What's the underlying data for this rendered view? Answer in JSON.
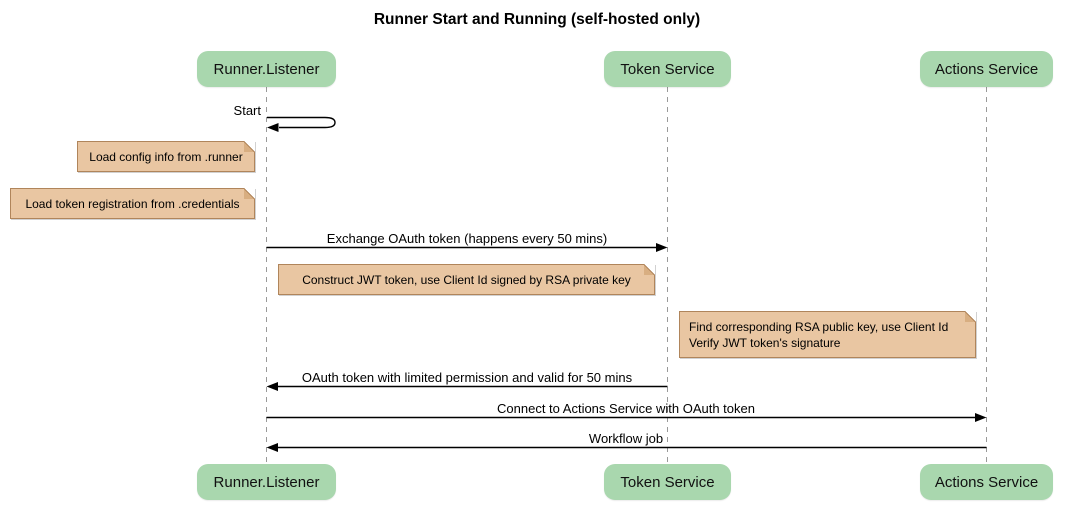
{
  "diagram": {
    "title": "Runner Start and Running (self-hosted only)",
    "type": "sequence-diagram"
  },
  "participants": {
    "runner_listener": "Runner.Listener",
    "token_service": "Token Service",
    "actions_service": "Actions Service"
  },
  "messages": {
    "start": {
      "label": "Start",
      "from": "Runner.Listener",
      "to": "Runner.Listener",
      "kind": "self"
    },
    "exchange_token": {
      "label": "Exchange OAuth token (happens every 50 mins)",
      "from": "Runner.Listener",
      "to": "Token Service",
      "kind": "solid-arrow"
    },
    "oauth_return": {
      "label": "OAuth token with limited permission and valid for 50 mins",
      "from": "Token Service",
      "to": "Runner.Listener",
      "kind": "solid-arrow"
    },
    "connect": {
      "label": "Connect to Actions Service with OAuth token",
      "from": "Runner.Listener",
      "to": "Actions Service",
      "kind": "solid-arrow"
    },
    "workflow_job": {
      "label": "Workflow job",
      "from": "Actions Service",
      "to": "Runner.Listener",
      "kind": "solid-arrow"
    }
  },
  "notes": {
    "load_config": "Load config info from .runner",
    "load_token_registration": "Load token registration from .credentials",
    "construct_jwt": "Construct JWT token, use Client Id signed by RSA private key",
    "verify_jwt_line1": "Find corresponding RSA public key, use Client Id",
    "verify_jwt_line2": "Verify JWT token's signature"
  },
  "colors": {
    "participant_fill": "#a9d7ae",
    "note_fill": "#e9c6a2",
    "note_border": "#b0855b",
    "lifeline": "#999999",
    "arrow": "#000000",
    "background": "#ffffff"
  }
}
